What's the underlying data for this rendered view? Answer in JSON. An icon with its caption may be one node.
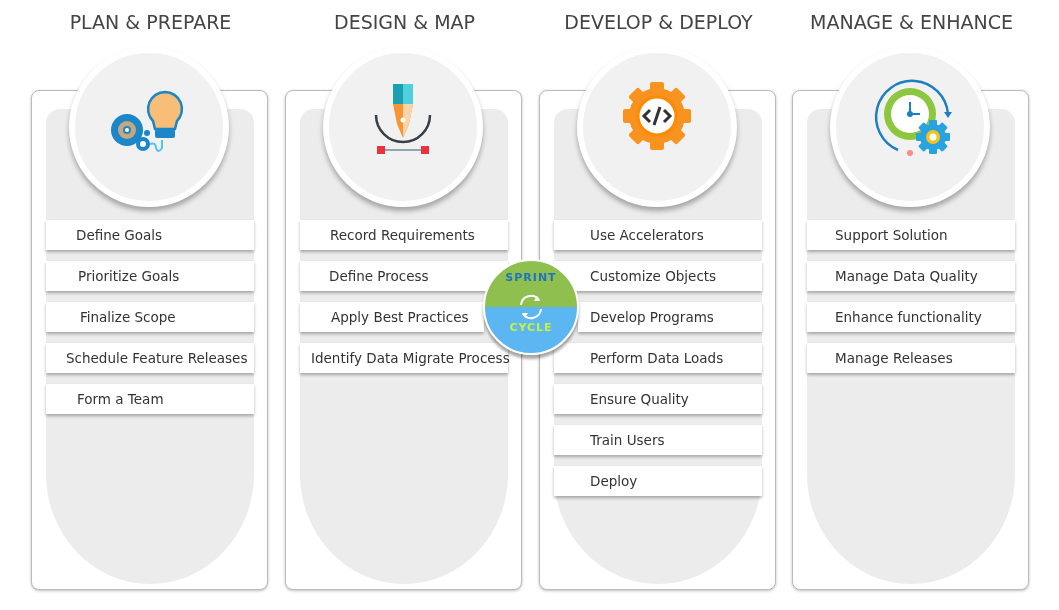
{
  "diagram": {
    "nodes": [
      {
        "text": [
          "PLAN & PREPARE"
        ]
      },
      {
        "text": [
          "Define Goals"
        ],
        "in": 0
      },
      {
        "text": [
          "Prioritize Goals"
        ],
        "in": 0
      },
      {
        "text": [
          "Finalize Scope"
        ],
        "in": 0
      },
      {
        "text": [
          "Schedule Feature Releases"
        ],
        "in": 0
      },
      {
        "text": [
          "Form a Team"
        ],
        "in": 0
      },
      {
        "text": [
          "DESIGN & MAP"
        ]
      },
      {
        "text": [
          "Record Requirements"
        ],
        "in": 6
      },
      {
        "text": [
          "Define Process"
        ],
        "in": 6
      },
      {
        "text": [
          "Apply Best Practices"
        ],
        "in": 6
      },
      {
        "text": [
          "Identify Data Migrate Process"
        ],
        "in": 6
      },
      {
        "text": [
          "DEVELOP & DEPLOY"
        ]
      },
      {
        "text": [
          "Use Accelerators"
        ],
        "in": 11
      },
      {
        "text": [
          "Customize Objects"
        ],
        "in": 11
      },
      {
        "text": [
          "Develop Programs"
        ],
        "in": 11
      },
      {
        "text": [
          "Perform Data Loads"
        ],
        "in": 11
      },
      {
        "text": [
          "Ensure Quality"
        ],
        "in": 11
      },
      {
        "text": [
          "Train Users"
        ],
        "in": 11
      },
      {
        "text": [
          "Deploy"
        ],
        "in": 11
      },
      {
        "text": [
          "MANAGE & ENHANCE"
        ]
      },
      {
        "text": [
          "Support Solution"
        ],
        "in": 19
      },
      {
        "text": [
          "Manage Data Quality"
        ],
        "in": 19
      },
      {
        "text": [
          "Enhance functionality"
        ],
        "in": 19
      },
      {
        "text": [
          "Manage Releases"
        ],
        "in": 19
      },
      {
        "text": [
          "SPRINT",
          "CYCLE"
        ]
      }
    ]
  }
}
